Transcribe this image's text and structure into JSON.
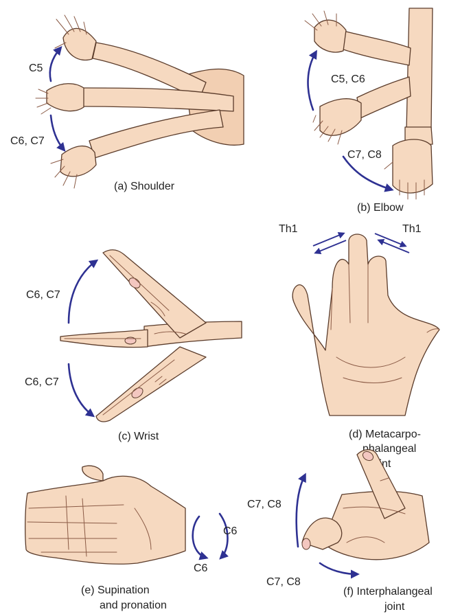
{
  "panels": {
    "a": {
      "caption": "(a) Shoulder",
      "labels": [
        "C5",
        "C6, C7"
      ]
    },
    "b": {
      "caption": "(b) Elbow",
      "labels": [
        "C5, C6",
        "C7, C8"
      ]
    },
    "c": {
      "caption": "(c) Wrist",
      "labels": [
        "C6, C7",
        "C6, C7"
      ]
    },
    "d": {
      "caption_lines": [
        "(d) Metacarpo-",
        "phalangeal",
        "joint"
      ],
      "labels": [
        "Th1",
        "Th1"
      ]
    },
    "e": {
      "caption_lines": [
        "(e) Supination",
        "and pronation"
      ],
      "labels": [
        "C6",
        "C6"
      ]
    },
    "f": {
      "caption_lines": [
        "(f) Interphalangeal",
        "joint"
      ],
      "labels": [
        "C7, C8",
        "C7, C8"
      ]
    }
  },
  "colors": {
    "arrow": "#2e3192",
    "skin": "#f6d9c0",
    "outline": "#5a3b2a"
  }
}
